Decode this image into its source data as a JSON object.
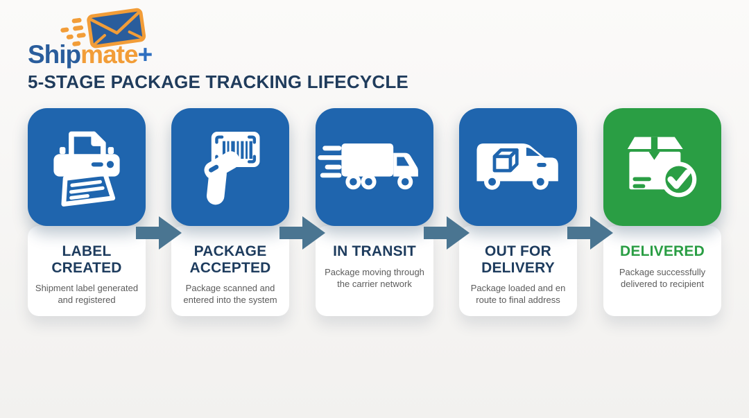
{
  "brand": {
    "ship": "Ship",
    "mate": "mate",
    "plus": "+",
    "logo_icon": "flying-envelope-icon"
  },
  "heading": "5-STAGE PACKAGE TRACKING LIFECYCLE",
  "theme": {
    "tile_blue": "#1f65ae",
    "tile_green": "#2a9e44",
    "arrow": "#4a7591",
    "navy": "#203c5c",
    "title_navy": "#1e3c5e",
    "green_text": "#2a9e44",
    "body_gray": "#5b5b5b",
    "brand_blue": "#2a5d9c",
    "brand_orange": "#f29d38",
    "brand_plus": "#2e6fc0"
  },
  "connector_icon": "arrow-right-icon",
  "stages": [
    {
      "icon": "printer-icon",
      "tile_color": "blue",
      "title": "LABEL CREATED",
      "description": "Shipment label generated and registered"
    },
    {
      "icon": "barcode-scanner-icon",
      "tile_color": "blue",
      "title": "PACKAGE ACCEPTED",
      "description": "Package scanned and entered into the system"
    },
    {
      "icon": "fast-delivery-truck-icon",
      "tile_color": "blue",
      "title": "IN TRANSIT",
      "description": "Package moving through the carrier network"
    },
    {
      "icon": "delivery-van-icon",
      "tile_color": "blue",
      "title": "OUT FOR DELIVERY",
      "description": "Package loaded and en route to final address"
    },
    {
      "icon": "package-check-icon",
      "tile_color": "green",
      "title": "DELIVERED",
      "description": "Package successfully delivered to recipient"
    }
  ]
}
